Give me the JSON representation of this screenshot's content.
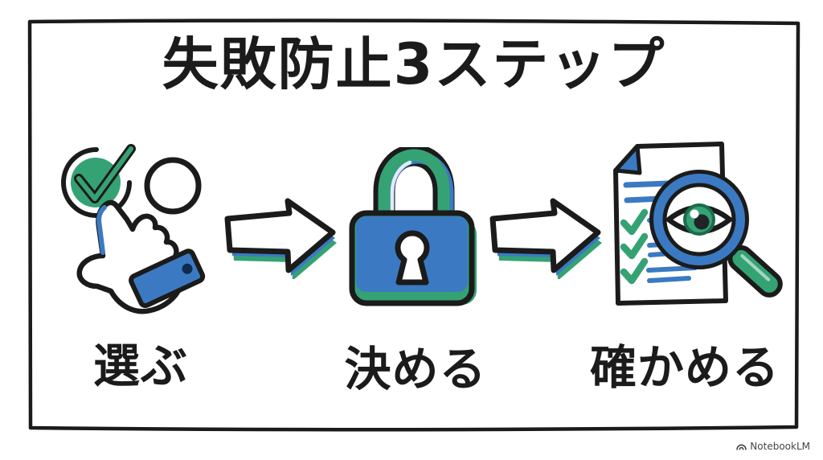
{
  "page": {
    "title": "失敗防止3ステップ",
    "steps": [
      {
        "label": "選ぶ",
        "icon": "checkbox-click-hand-icon"
      },
      {
        "label": "決める",
        "icon": "padlock-icon"
      },
      {
        "label": "確かめる",
        "icon": "document-eye-magnifier-icon"
      }
    ],
    "watermark": "NotebookLM",
    "colors": {
      "ink": "#1b1b1b",
      "green": "#35a274",
      "blue": "#3b7ac2",
      "dark": "#0f2b4d",
      "wm": "#454545"
    }
  }
}
